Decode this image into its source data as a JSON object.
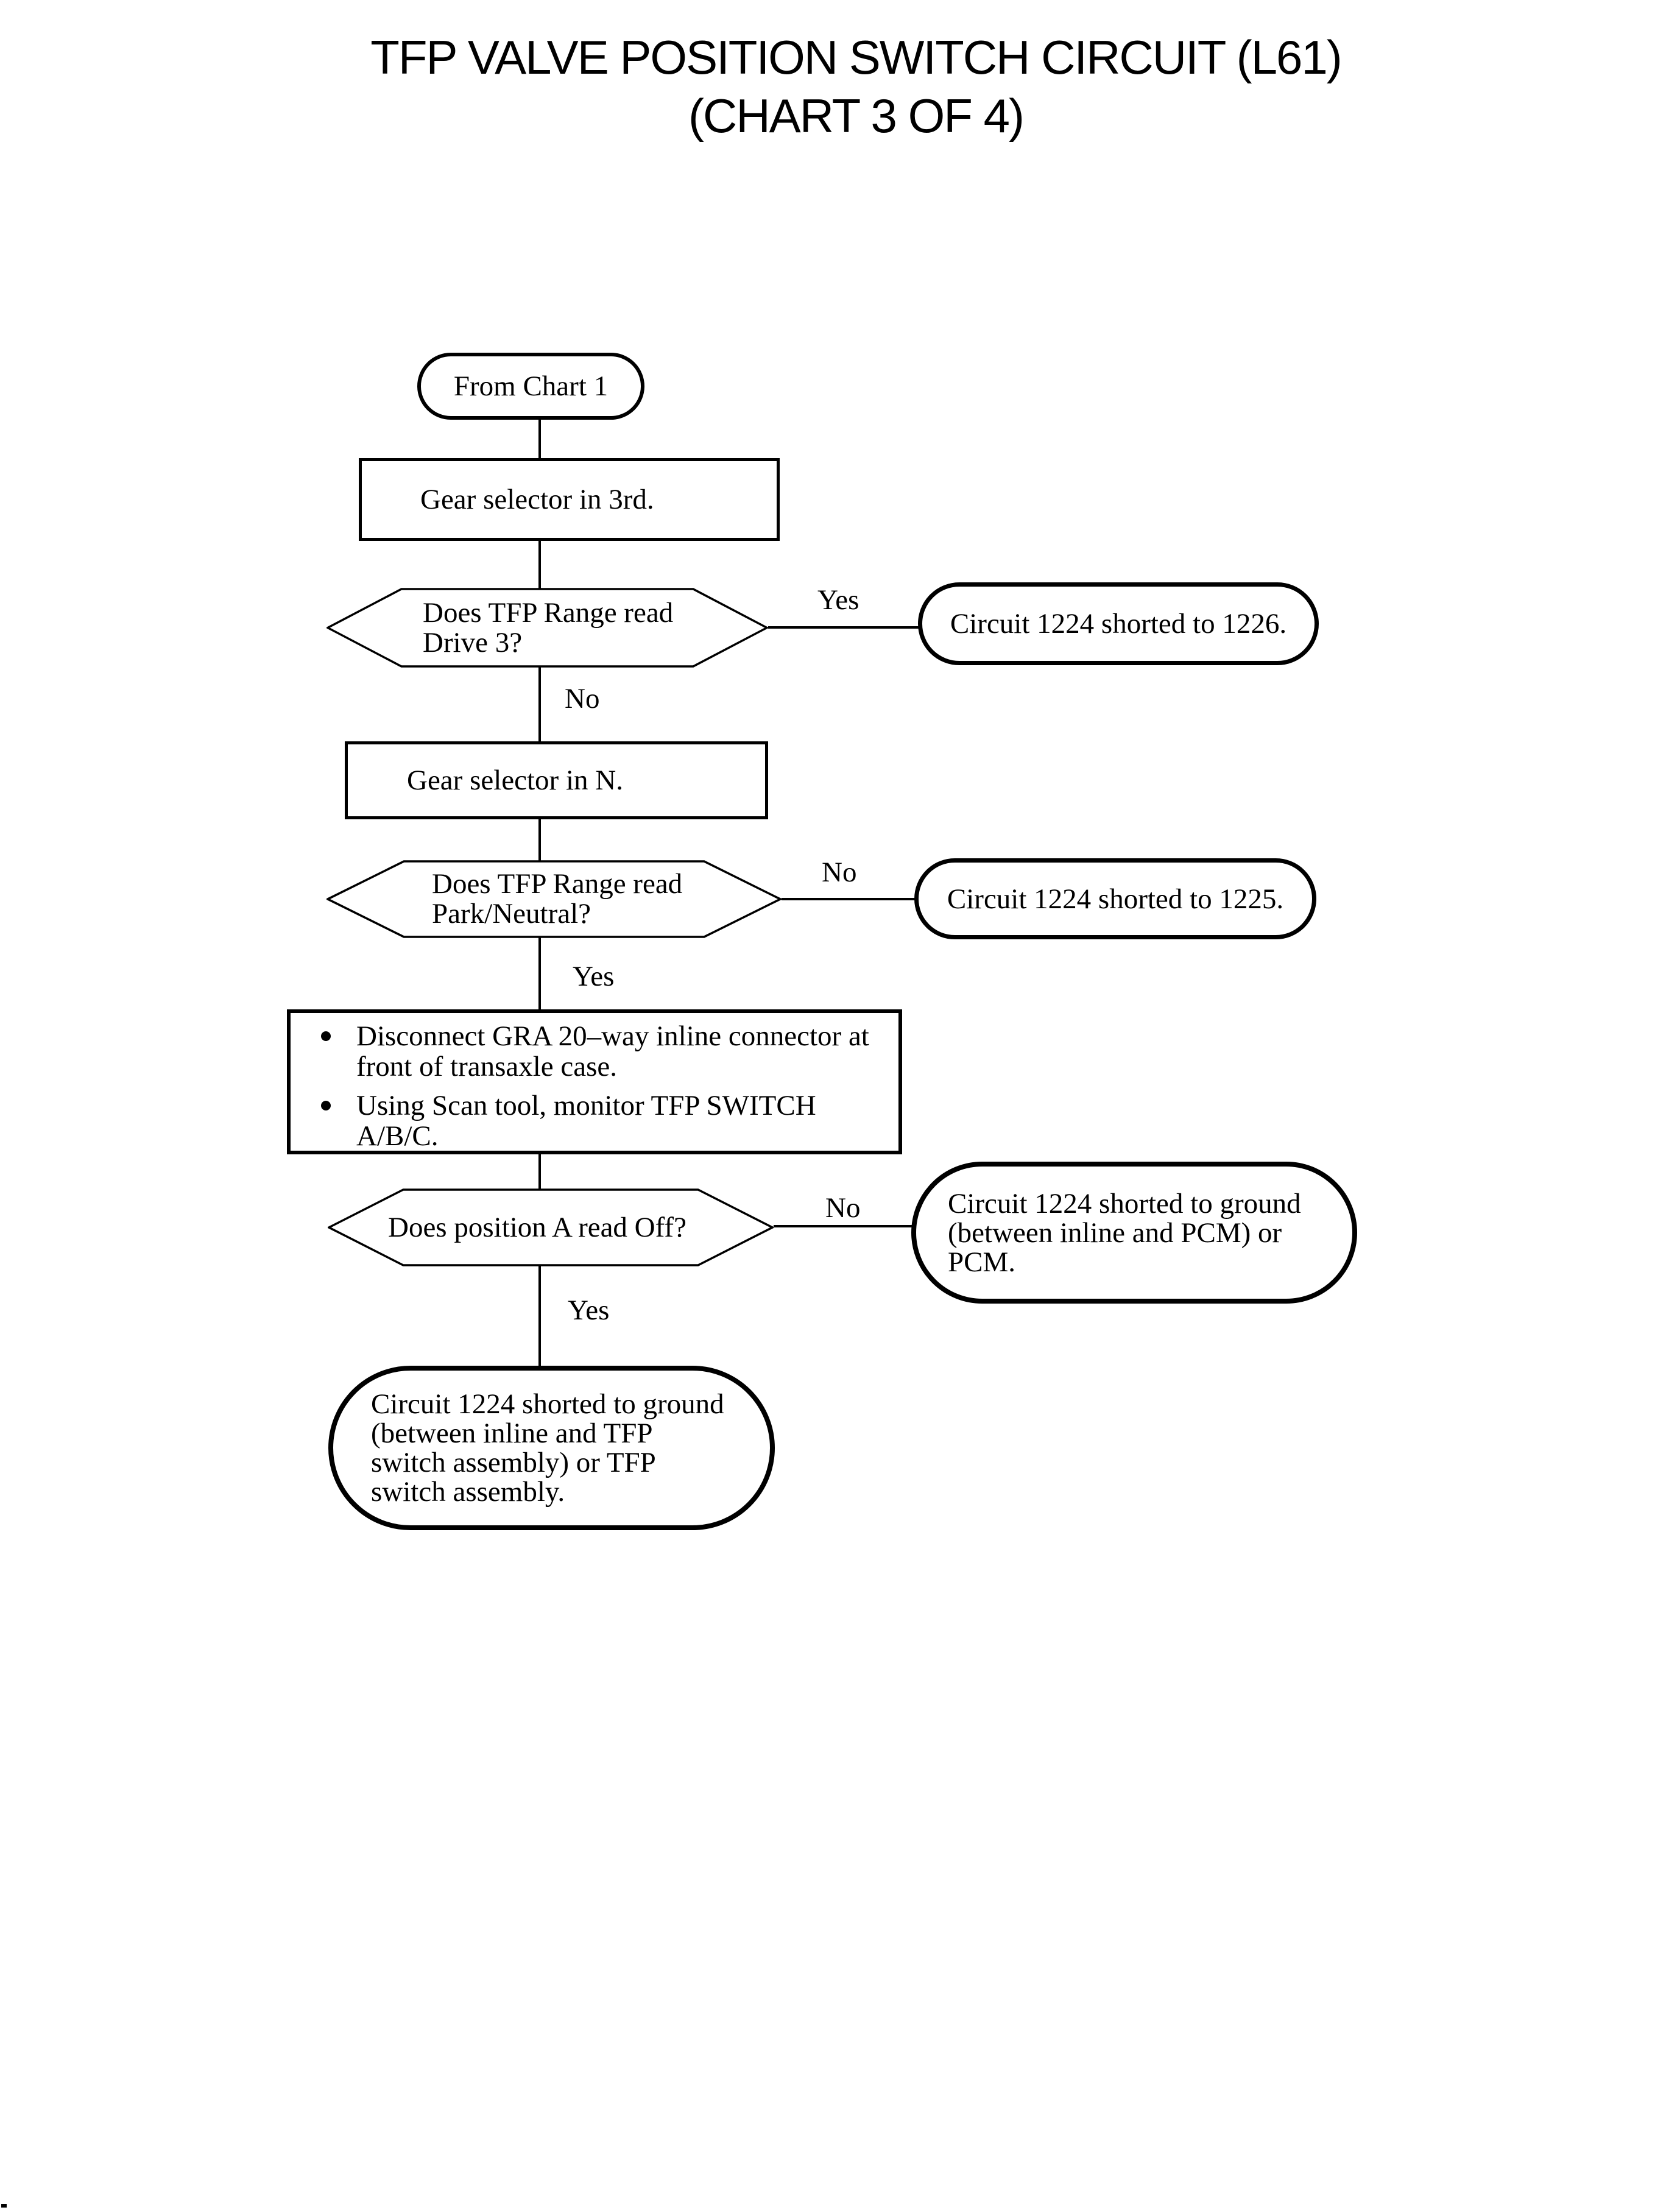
{
  "title": {
    "line1": "TFP VALVE POSITION SWITCH CIRCUIT (L61)",
    "line2": "(CHART 3 OF 4)"
  },
  "flowchart": {
    "start_label": "From Chart 1",
    "step_gear_3rd": "Gear selector in 3rd.",
    "decision_drive3": {
      "line1": "Does TFP Range read",
      "line2": "Drive 3?"
    },
    "decision_drive3_yes": "Yes",
    "decision_drive3_no": "No",
    "result_1226": "Circuit 1224 shorted to 1226.",
    "step_gear_n": "Gear selector in N.",
    "decision_park_neutral": {
      "line1": "Does TFP Range read",
      "line2": "Park/Neutral?"
    },
    "decision_park_neutral_no": "No",
    "decision_park_neutral_yes": "Yes",
    "result_1225": "Circuit 1224 shorted to 1225.",
    "action_steps": {
      "item1_line1": "Disconnect GRA 20–way inline connector at",
      "item1_line2": "front of transaxle case.",
      "item2": "Using Scan tool, monitor TFP SWITCH A/B/C."
    },
    "decision_position_a": "Does position A read Off?",
    "decision_position_a_no": "No",
    "decision_position_a_yes": "Yes",
    "result_ground_pcm": {
      "line1": "Circuit 1224 shorted to ground",
      "line2": "(between inline and PCM) or",
      "line3": "PCM."
    },
    "result_ground_tfp": {
      "line1": "Circuit 1224 shorted to ground",
      "line2": "(between inline and TFP",
      "line3": "switch assembly) or TFP",
      "line4": "switch assembly."
    }
  }
}
